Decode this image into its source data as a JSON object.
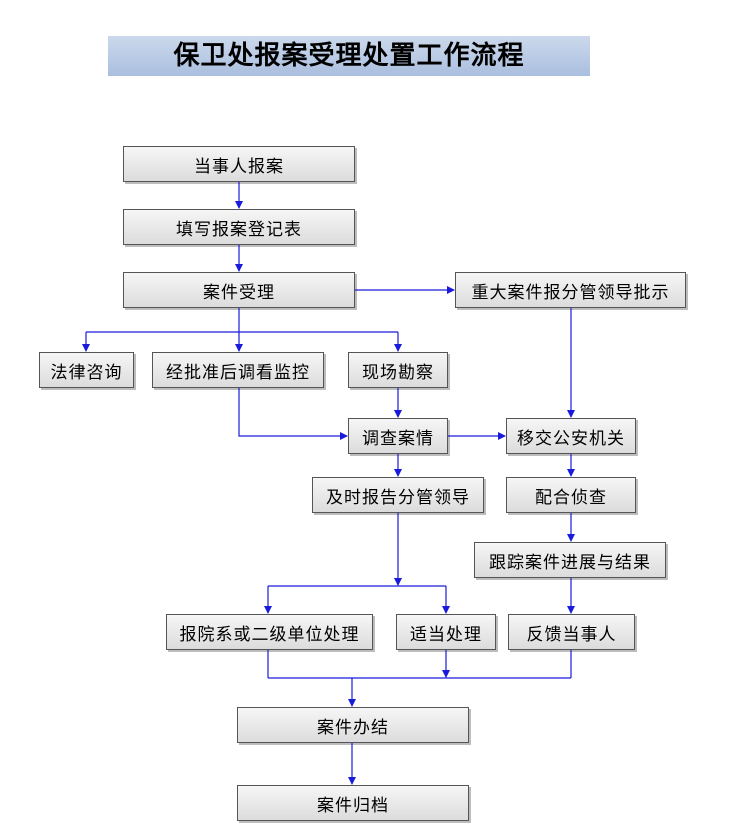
{
  "title": "保卫处报案受理处置工作流程",
  "nodes": {
    "report": "当事人报案",
    "fill_form": "填写报案登记表",
    "accept": "案件受理",
    "major_case": "重大案件报分管领导批示",
    "legal": "法律咨询",
    "monitor": "经批准后调看监控",
    "scene": "现场勘察",
    "investigate": "调查案情",
    "transfer": "移交公安机关",
    "report_leader": "及时报告分管领导",
    "cooperate": "配合侦查",
    "track": "跟踪案件进展与结果",
    "to_unit": "报院系或二级单位处理",
    "proper": "适当处理",
    "feedback": "反馈当事人",
    "conclude": "案件办结",
    "archive": "案件归档"
  },
  "colors": {
    "arrow": "#1a1adb",
    "title_band": "#aabfdf"
  }
}
